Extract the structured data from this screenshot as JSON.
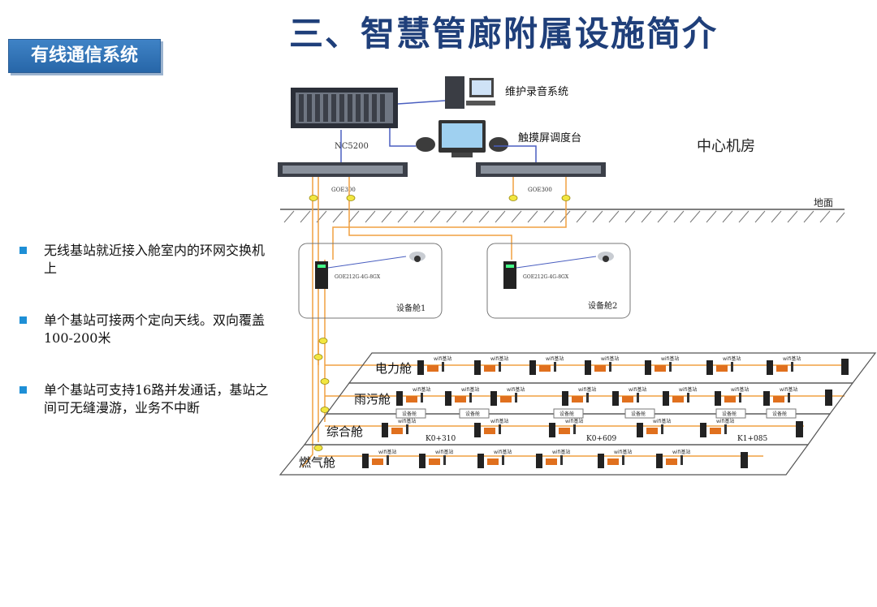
{
  "page": {
    "title": "三、智慧管廊附属设施简介",
    "section_badge": "有线通信系统"
  },
  "bullets": [
    "无线基站就近接入舱室内的环网交换机上",
    "单个基站可接两个定向天线。双向覆盖100-200米",
    "单个基站可支持16路并发通话，基站之间可无缝漫游，业务不中断"
  ],
  "diagram": {
    "center_room": "中心机房",
    "ground": "地面",
    "nc_label": "NC5200",
    "recorder_label": "维护录音系统",
    "dispatch_label": "触摸屏调度台",
    "core_switch_label": "GOE300",
    "ring_switch_label": "GOE212G-4G-8GX",
    "equip_room_1": "设备舱1",
    "equip_room_2": "设备舱2",
    "equip_room_small": "设备舱",
    "wifi_label": "wifi基站",
    "cabins": [
      "电力舱",
      "雨污舱",
      "综合舱",
      "燃气舱"
    ],
    "stations": [
      "K0+310",
      "K0+609",
      "K1+085"
    ]
  },
  "colors": {
    "title": "#1f3f7a",
    "badge": "#2f74b8",
    "bullet": "#1e8fd6",
    "fiber": "#f0a040",
    "link": "#4a5fc0"
  }
}
